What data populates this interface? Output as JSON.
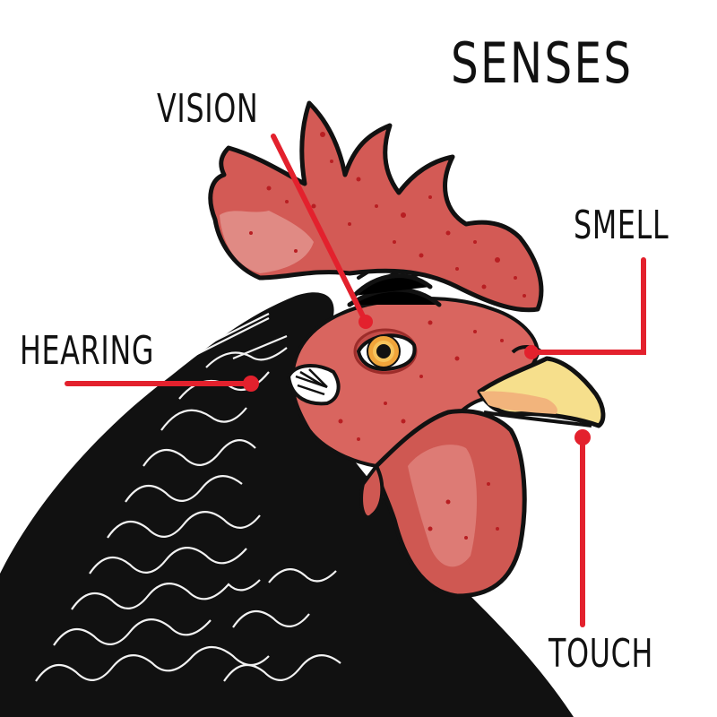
{
  "title": "SENSES",
  "labels": {
    "vision": "VISION",
    "hearing": "HEARING",
    "smell": "SMELL",
    "touch": "TOUCH"
  },
  "colors": {
    "pointer": "#e3212d",
    "comb": "#d35a55",
    "comb_light": "#e08a84",
    "face": "#d9655f",
    "wattle": "#cf5852",
    "beak": "#f6df8c",
    "beak_shade": "#f2b47c",
    "eye_iris": "#f0a43a",
    "outline": "#111111",
    "feathers": "#111111",
    "background": "#ffffff"
  },
  "illustration": {
    "subject": "rooster head profile",
    "pointers": [
      {
        "label": "VISION",
        "target": "eye"
      },
      {
        "label": "HEARING",
        "target": "ear"
      },
      {
        "label": "SMELL",
        "target": "nostril"
      },
      {
        "label": "TOUCH",
        "target": "beak tip"
      }
    ]
  }
}
